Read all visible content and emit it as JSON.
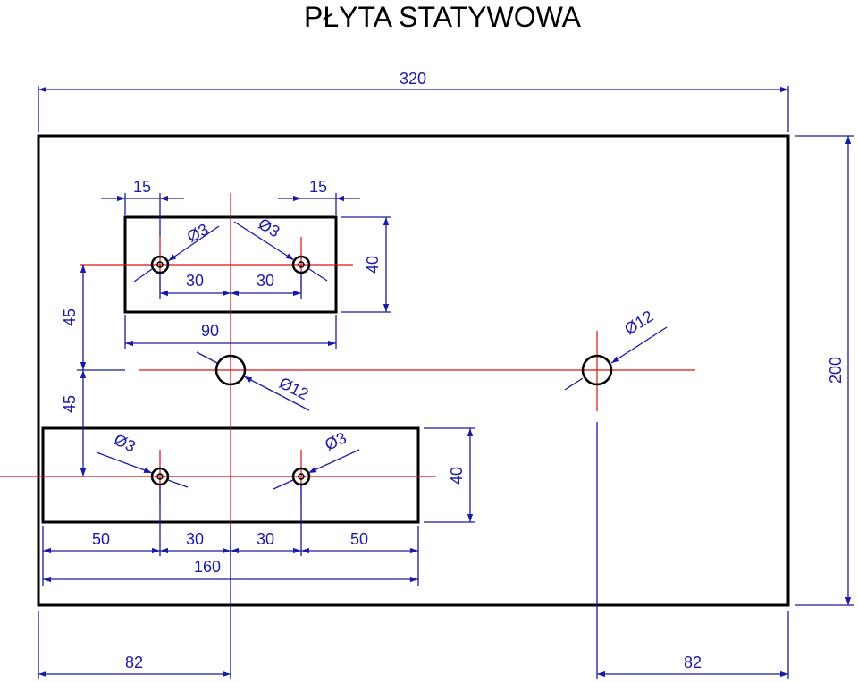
{
  "title": "PŁYTA STATYWOWA",
  "colors": {
    "outline": "#000000",
    "dimension": "#1a1aa8",
    "centerline": "#e01010"
  },
  "dimensions": {
    "overall_width": "320",
    "overall_height": "200",
    "top_left_15": "15",
    "top_right_15": "15",
    "top_spacing_left_30": "30",
    "top_spacing_right_30": "30",
    "top_slot_width_90": "90",
    "top_slot_height_40": "40",
    "vertical_45_upper": "45",
    "vertical_45_lower": "45",
    "bottom_slot_height_40": "40",
    "bottom_left_50": "50",
    "bottom_mid_30_a": "30",
    "bottom_mid_30_b": "30",
    "bottom_right_50": "50",
    "bottom_slot_width_160": "160",
    "left_offset_82": "82",
    "right_offset_82": "82"
  },
  "holes": {
    "small_top_left": "Ø3",
    "small_top_right": "Ø3",
    "small_bottom_left": "Ø3",
    "small_bottom_right": "Ø3",
    "large_left": "Ø12",
    "large_right": "Ø12"
  }
}
